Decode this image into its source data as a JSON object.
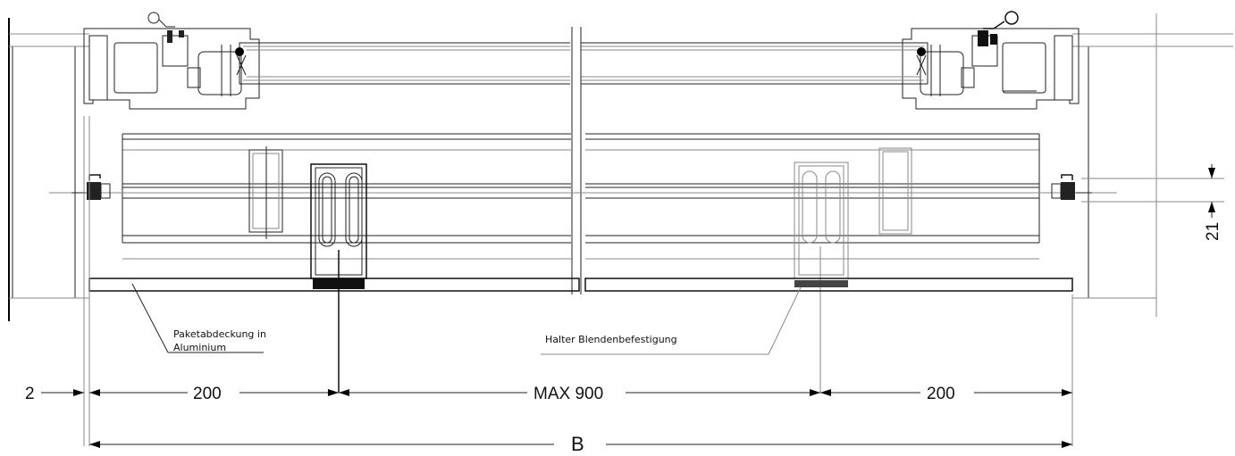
{
  "drawing": {
    "annotations": {
      "paketabdeckung_line1": "Paketabdeckung in",
      "paketabdeckung_line2": "Aluminium",
      "halter": "Halter Blendenbefestigung"
    },
    "dimensions": {
      "left_gap": "2",
      "left_offset": "200",
      "middle_max": "MAX 900",
      "right_offset": "200",
      "total": "B",
      "vertical": "21"
    }
  }
}
